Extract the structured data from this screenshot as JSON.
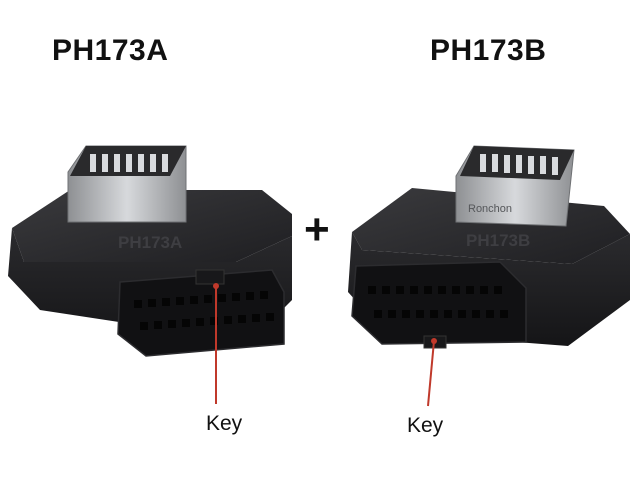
{
  "products": {
    "a": {
      "label": "PH173A",
      "body_marking": "PH173A",
      "key_label": "Key"
    },
    "b": {
      "label": "PH173B",
      "body_marking": "PH173B",
      "key_label": "Key"
    }
  },
  "joiner": "+",
  "colors": {
    "background": "#ffffff",
    "body": "#1c1c1e",
    "body_edge": "#0c0c0d",
    "metal": "#b8babd",
    "key_line": "#c0392b"
  },
  "icons": [
    "usb-header-adapter-a-image",
    "usb-header-adapter-b-image"
  ]
}
